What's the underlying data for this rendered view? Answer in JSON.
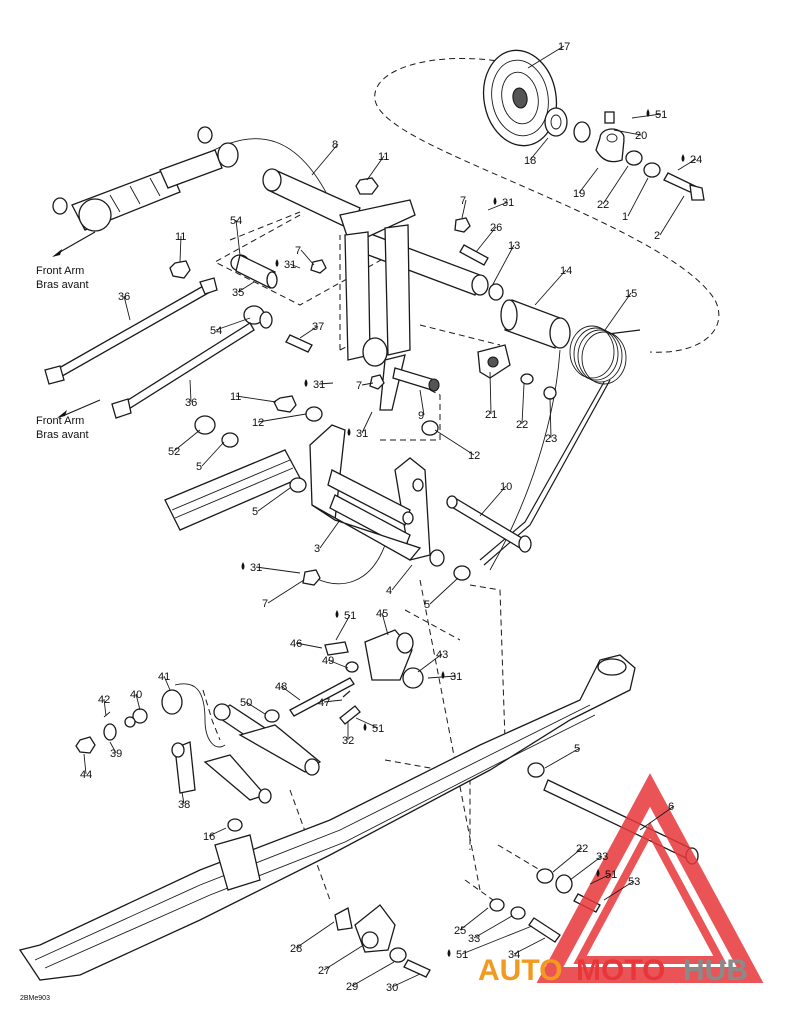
{
  "labels": {
    "front_arm_1": [
      "Front Arm",
      "Bras avant"
    ],
    "front_arm_2": [
      "Front Arm",
      "Bras avant"
    ]
  },
  "callouts": [
    {
      "id": "c17",
      "n": "17"
    },
    {
      "id": "c51a",
      "n": "51"
    },
    {
      "id": "c20",
      "n": "20"
    },
    {
      "id": "c24",
      "n": "24"
    },
    {
      "id": "c18",
      "n": "18"
    },
    {
      "id": "c19",
      "n": "19"
    },
    {
      "id": "c22a",
      "n": "22"
    },
    {
      "id": "c1",
      "n": "1"
    },
    {
      "id": "c2",
      "n": "2"
    },
    {
      "id": "c8",
      "n": "8"
    },
    {
      "id": "c11a",
      "n": "11"
    },
    {
      "id": "c7a",
      "n": "7"
    },
    {
      "id": "c31a",
      "n": "31"
    },
    {
      "id": "c26",
      "n": "26"
    },
    {
      "id": "c13",
      "n": "13"
    },
    {
      "id": "c14",
      "n": "14"
    },
    {
      "id": "c15",
      "n": "15"
    },
    {
      "id": "c54a",
      "n": "54"
    },
    {
      "id": "c11b",
      "n": "11"
    },
    {
      "id": "c7b",
      "n": "7"
    },
    {
      "id": "c31b",
      "n": "31"
    },
    {
      "id": "c35",
      "n": "35"
    },
    {
      "id": "c36a",
      "n": "36"
    },
    {
      "id": "c54b",
      "n": "54"
    },
    {
      "id": "c37",
      "n": "37"
    },
    {
      "id": "c31c",
      "n": "31"
    },
    {
      "id": "c7c",
      "n": "7"
    },
    {
      "id": "c9",
      "n": "9"
    },
    {
      "id": "c21",
      "n": "21"
    },
    {
      "id": "c22b",
      "n": "22"
    },
    {
      "id": "c23",
      "n": "23"
    },
    {
      "id": "c36b",
      "n": "36"
    },
    {
      "id": "c11c",
      "n": "11"
    },
    {
      "id": "c12a",
      "n": "12"
    },
    {
      "id": "c31d",
      "n": "31"
    },
    {
      "id": "c52",
      "n": "52"
    },
    {
      "id": "c5a",
      "n": "5"
    },
    {
      "id": "c12b",
      "n": "12"
    },
    {
      "id": "c10",
      "n": "10"
    },
    {
      "id": "c5b",
      "n": "5"
    },
    {
      "id": "c3",
      "n": "3"
    },
    {
      "id": "c31e",
      "n": "31"
    },
    {
      "id": "c7d",
      "n": "7"
    },
    {
      "id": "c4",
      "n": "4"
    },
    {
      "id": "c5c",
      "n": "5"
    },
    {
      "id": "c45",
      "n": "45"
    },
    {
      "id": "c51b",
      "n": "51"
    },
    {
      "id": "c46",
      "n": "46"
    },
    {
      "id": "c49",
      "n": "49"
    },
    {
      "id": "c43",
      "n": "43"
    },
    {
      "id": "c31f",
      "n": "31"
    },
    {
      "id": "c41",
      "n": "41"
    },
    {
      "id": "c48",
      "n": "48"
    },
    {
      "id": "c42",
      "n": "42"
    },
    {
      "id": "c40",
      "n": "40"
    },
    {
      "id": "c50",
      "n": "50"
    },
    {
      "id": "c47",
      "n": "47"
    },
    {
      "id": "c51c",
      "n": "51"
    },
    {
      "id": "c32",
      "n": "32"
    },
    {
      "id": "c39",
      "n": "39"
    },
    {
      "id": "c44",
      "n": "44"
    },
    {
      "id": "c5d",
      "n": "5"
    },
    {
      "id": "c38",
      "n": "38"
    },
    {
      "id": "c6",
      "n": "6"
    },
    {
      "id": "c16",
      "n": "16"
    },
    {
      "id": "c22c",
      "n": "22"
    },
    {
      "id": "c33a",
      "n": "33"
    },
    {
      "id": "c51d",
      "n": "51"
    },
    {
      "id": "c53",
      "n": "53"
    },
    {
      "id": "c25",
      "n": "25"
    },
    {
      "id": "c33b",
      "n": "33"
    },
    {
      "id": "c51e",
      "n": "51"
    },
    {
      "id": "c34",
      "n": "34"
    },
    {
      "id": "c28",
      "n": "28"
    },
    {
      "id": "c27",
      "n": "27"
    },
    {
      "id": "c29",
      "n": "29"
    },
    {
      "id": "c30",
      "n": "30"
    }
  ],
  "drawing_code": "2BMe903",
  "watermark": {
    "text_auto": "AUTO",
    "text_moto": "MOTO",
    "text_hub": "HUB",
    "color_red": "#e8373a",
    "color_orange": "#f29a1f",
    "color_gray": "#8a8a8a"
  }
}
